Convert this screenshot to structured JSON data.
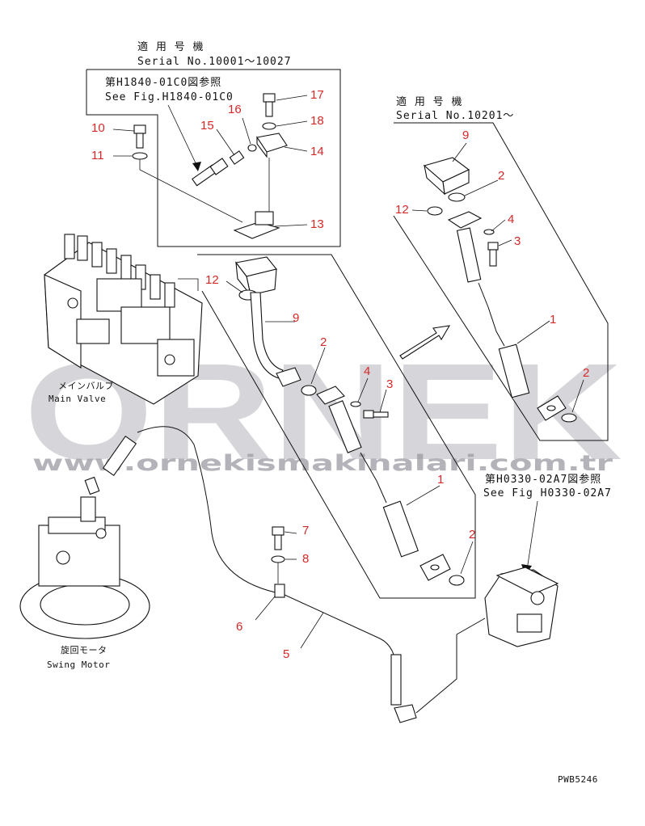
{
  "top_block": {
    "applicable_jp": "適 用 号 機",
    "serial": "Serial No.10001～10027",
    "ref_jp": "第H1840-01C0図参照",
    "ref_en": "See Fig.H1840-01C0"
  },
  "right_block": {
    "applicable_jp": "適 用 号 機",
    "serial": "Serial No.10201～"
  },
  "bottom_ref": {
    "ref_jp": "第H0330-02A7図参照",
    "ref_en": "See Fig H0330-02A7"
  },
  "components": {
    "main_valve_jp": "メインバルブ",
    "main_valve_en": "Main Valve",
    "swing_motor_jp": "旋回モータ",
    "swing_motor_en": "Swing Motor"
  },
  "part_numbers": {
    "p1a": "1",
    "p2a": "2",
    "p3a": "3",
    "p4a": "4",
    "p9a": "9",
    "p12a": "12",
    "p1b": "1",
    "p2b": "2",
    "p2c": "2",
    "p3b": "3",
    "p4b": "4",
    "p9b": "9",
    "p12b": "12",
    "p2d": "2",
    "p5": "5",
    "p6": "6",
    "p7": "7",
    "p8": "8",
    "p10": "10",
    "p11": "11",
    "p13": "13",
    "p14": "14",
    "p15": "15",
    "p16": "16",
    "p17": "17",
    "p18": "18"
  },
  "watermark": {
    "brand": "ORNEK",
    "url": "www.ornekismakinalari.com.tr"
  },
  "doc_code": "PWB5246"
}
